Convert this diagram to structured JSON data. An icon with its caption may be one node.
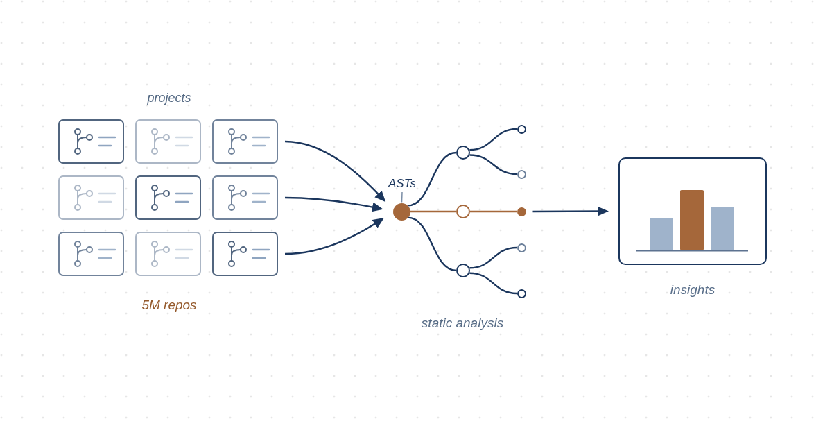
{
  "diagram": {
    "nodes": [
      {
        "text": [],
        "shape": "box"
      },
      {
        "text": [],
        "shape": "box"
      },
      {
        "text": [],
        "shape": "box"
      },
      {
        "text": [],
        "shape": "box"
      },
      {
        "text": [],
        "shape": "box"
      },
      {
        "text": [],
        "shape": "box"
      },
      {
        "text": [],
        "shape": "box"
      },
      {
        "text": [],
        "shape": "box"
      },
      {
        "text": [],
        "shape": "box"
      },
      {
        "text": [
          "ASTs"
        ]
      },
      {
        "text": [],
        "shape": "circle"
      },
      {
        "text": [],
        "shape": "circle"
      },
      {
        "text": [],
        "shape": "circle"
      },
      {
        "text": [],
        "shape": "circle"
      },
      {
        "text": [],
        "shape": "circle"
      },
      {
        "text": [],
        "shape": "circle"
      },
      {
        "text": [],
        "shape": "circle"
      },
      {
        "text": [],
        "shape": "circle"
      },
      {
        "text": [],
        "shape": "circle"
      },
      {
        "text": [],
        "shape": "box",
        "beside": [
          "insights"
        ]
      }
    ],
    "edges": [
      {
        "from": 2,
        "to": 10,
        "arrow": "to"
      },
      {
        "from": 5,
        "to": 10,
        "arrow": "to"
      },
      {
        "from": 8,
        "to": 10,
        "arrow": "to"
      },
      {
        "from": 9,
        "to": 10,
        "arrow": "none",
        "color": "#7b8ea6"
      },
      {
        "from": 10,
        "to": 11,
        "arrow": "none"
      },
      {
        "from": 10,
        "to": 12,
        "arrow": "none",
        "color": "#a5673a"
      },
      {
        "from": 10,
        "to": 13,
        "arrow": "none"
      },
      {
        "from": 11,
        "to": 14,
        "arrow": "none"
      },
      {
        "from": 11,
        "to": 15,
        "arrow": "none"
      },
      {
        "from": 12,
        "to": 16,
        "arrow": "none",
        "color": "#a5673a"
      },
      {
        "from": 13,
        "to": 17,
        "arrow": "none"
      },
      {
        "from": 13,
        "to": 18,
        "arrow": "none"
      },
      {
        "from": 16,
        "to": 19,
        "arrow": "to"
      }
    ],
    "labels": [
      "projects",
      "5M repos",
      "static analysis"
    ]
  }
}
